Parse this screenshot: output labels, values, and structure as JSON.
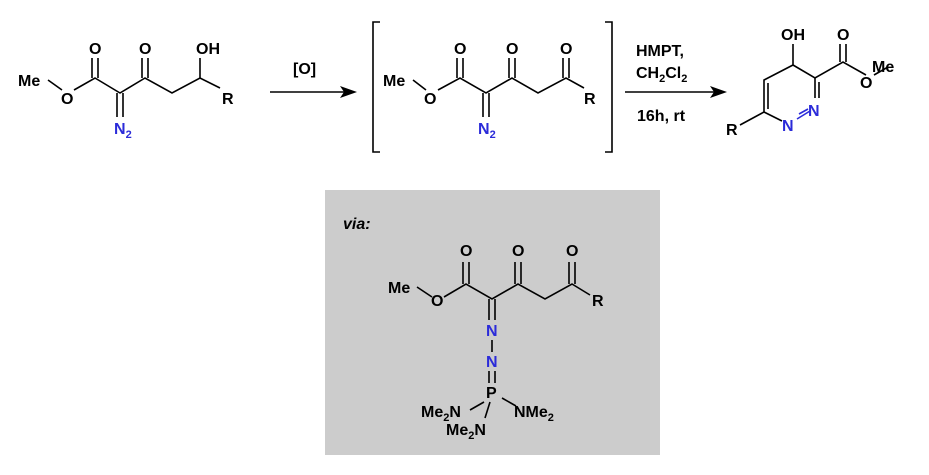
{
  "scheme": {
    "step1": {
      "reagent": "[O]"
    },
    "step2": {
      "reagent_line1": "HMPT,",
      "reagent_line2_parts": [
        "CH",
        "2",
        "Cl",
        "2"
      ],
      "conditions": "16h, rt"
    },
    "atoms": {
      "me": "Me",
      "o": "O",
      "oh": "OH",
      "r": "R",
      "n": "N",
      "n2_main": "N",
      "n2_sub": "2",
      "p": "P"
    },
    "via_box": {
      "label": "via:",
      "nme2_main": "NMe",
      "me2n_main": "Me",
      "me2n_end": "N",
      "sub2": "2"
    },
    "colors": {
      "nitrogen": "#2b2bd9",
      "box_fill": "#cccccc"
    }
  }
}
